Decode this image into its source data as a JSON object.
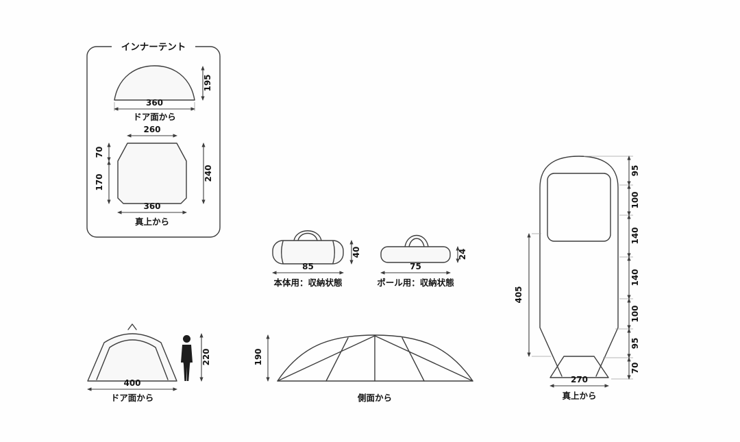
{
  "inner_tent": {
    "title": "インナーテント",
    "front_view": {
      "height": "195",
      "width": "360",
      "caption": "ドア面から"
    },
    "top_view": {
      "top_width": "260",
      "upper_left": "70",
      "lower_left": "170",
      "right_side": "240",
      "bottom_width": "360",
      "caption": "真上から"
    }
  },
  "storage": {
    "body_bag": {
      "width": "85",
      "height": "40",
      "caption": "本体用：収納状態"
    },
    "pole_bag": {
      "width": "75",
      "height": "24",
      "caption": "ポール用：収納状態"
    }
  },
  "outer_tent": {
    "front_view": {
      "width": "400",
      "height": "220",
      "caption": "ドア面から"
    },
    "side_view": {
      "height": "190",
      "caption": "側面から"
    },
    "top_view": {
      "length": "405",
      "segments": [
        "95",
        "100",
        "140",
        "140",
        "100",
        "95",
        "70"
      ],
      "bottom_width": "270",
      "caption": "真上から"
    }
  }
}
